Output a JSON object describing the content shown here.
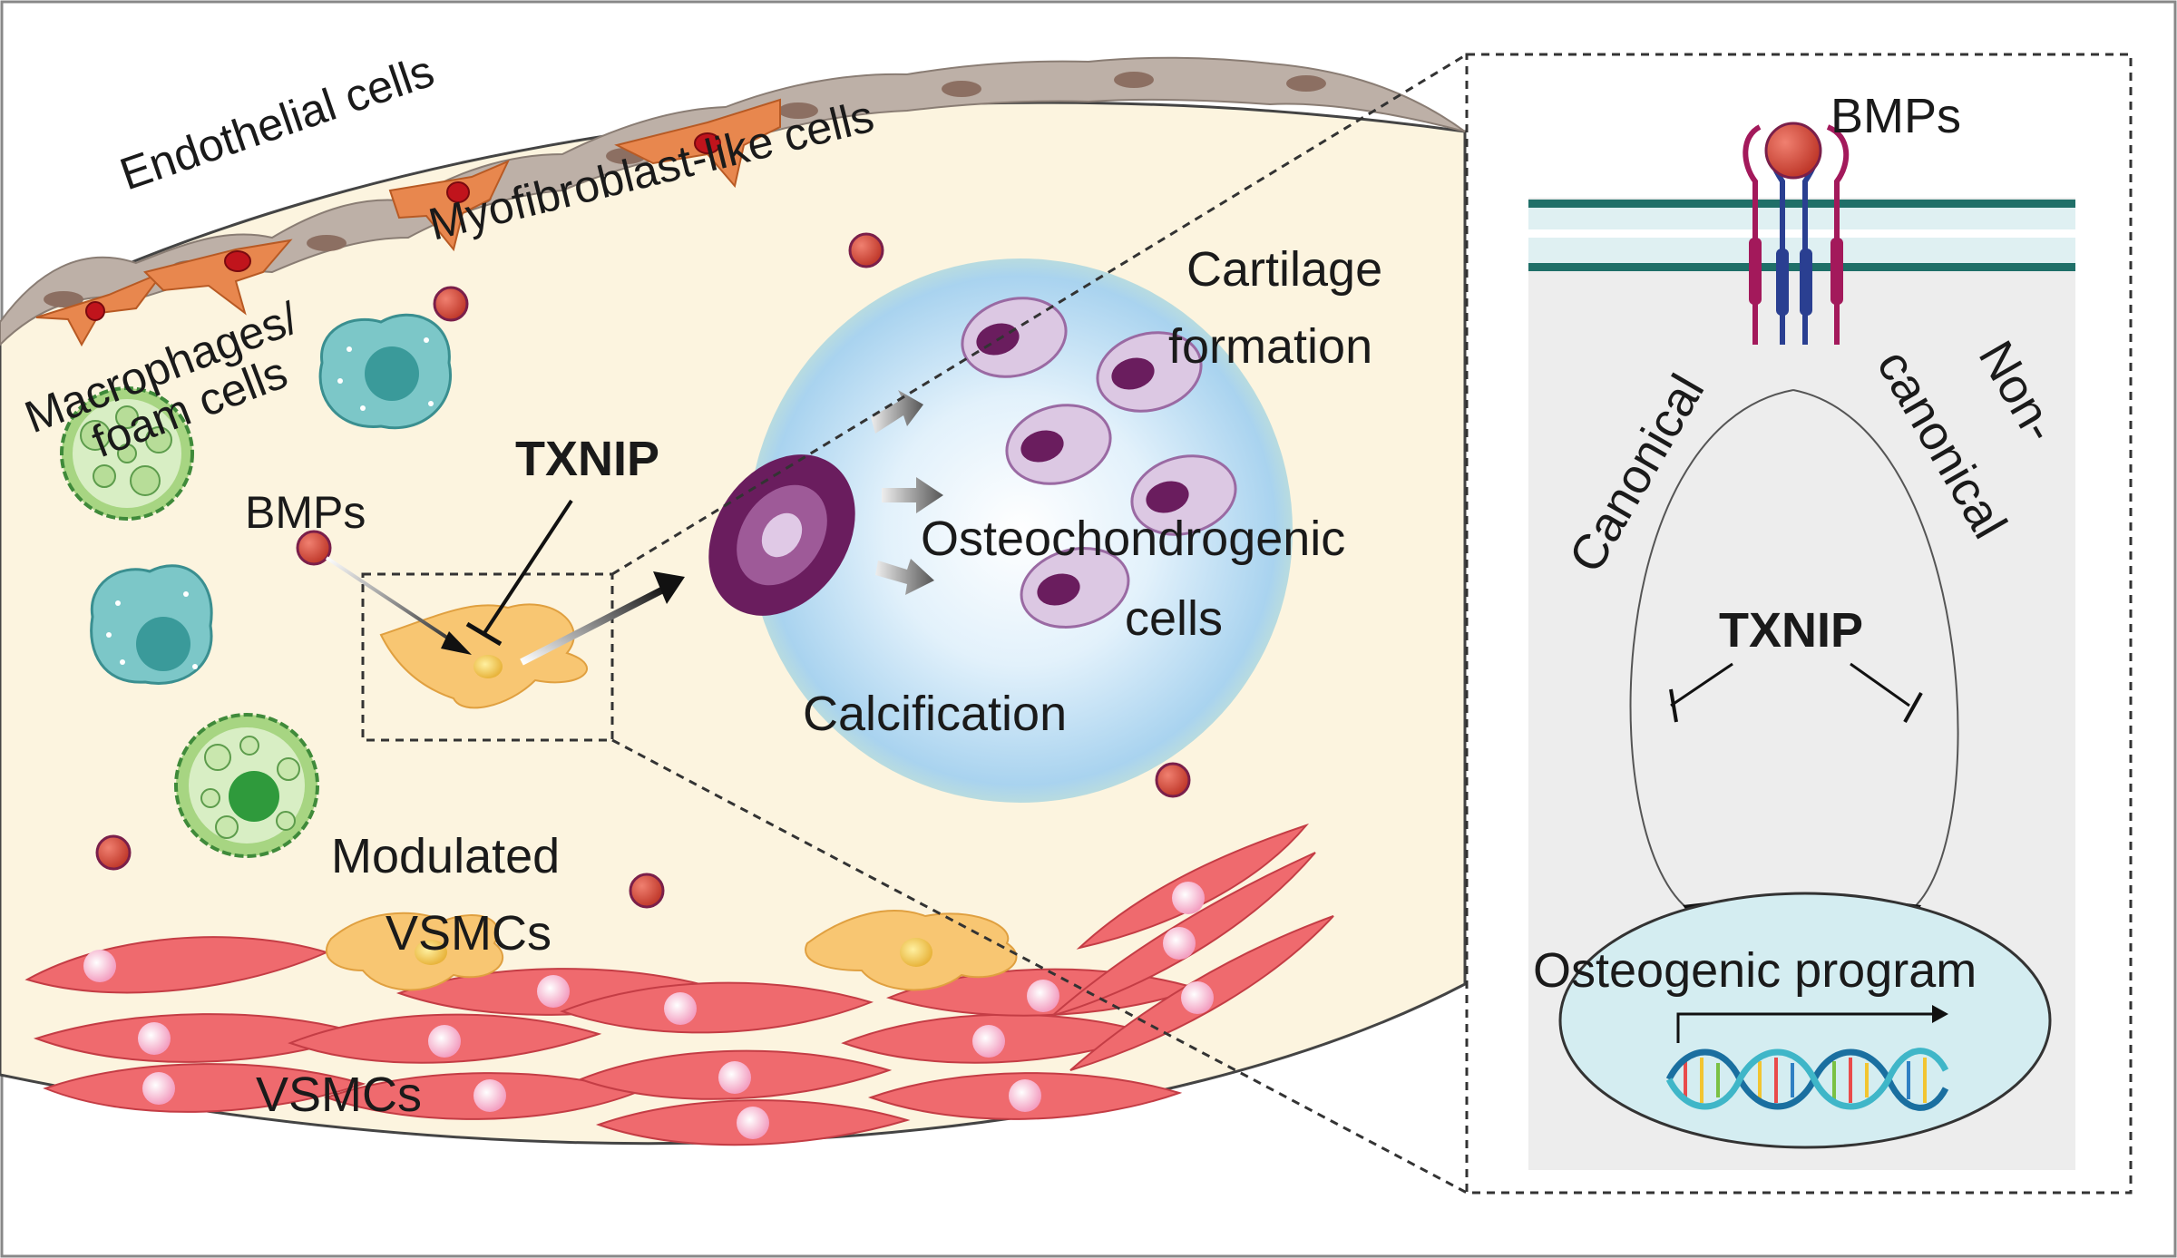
{
  "labels": {
    "endothelial": "Endothelial cells",
    "myofibroblast": "Myofibroblast-like cells",
    "macrophages_1": "Macrophages/",
    "macrophages_2": "foam cells",
    "bmps_left": "BMPs",
    "txnip_left": "TXNIP",
    "cartilage_1": "Cartilage",
    "cartilage_2": "formation",
    "osteo_1": "Osteochondrogenic",
    "osteo_2": "cells",
    "calcification": "Calcification",
    "modulated_1": "Modulated",
    "modulated_2": "VSMCs",
    "vsmcs": "VSMCs",
    "bmps_right": "BMPs",
    "canonical": "Canonical",
    "noncanonical_1": "Non-",
    "noncanonical_2": "canonical",
    "txnip_right": "TXNIP",
    "osteogenic_program": "Osteogenic program"
  },
  "colors": {
    "vessel_fill": "#fcf4df",
    "endothelial": "#bdb0a7",
    "myofibroblast": "#e8874e",
    "vsmc": "#ef6a6e",
    "modulated_vsmc": "#f8c672",
    "macrophage": "#7cc7c8",
    "foam_cell": "#a7d582",
    "bmp": "#d9534a",
    "calcification_sphere": "#a9d3ef",
    "chondrocyte": "#dcc8e3",
    "chondro_nucleus": "#6a1d5e",
    "panel_bg": "#ededed",
    "membrane": "#1f6f68",
    "receptor_magenta": "#a3195b",
    "receptor_blue": "#2a3f91",
    "nucleus_fill": "#d4edf1"
  }
}
